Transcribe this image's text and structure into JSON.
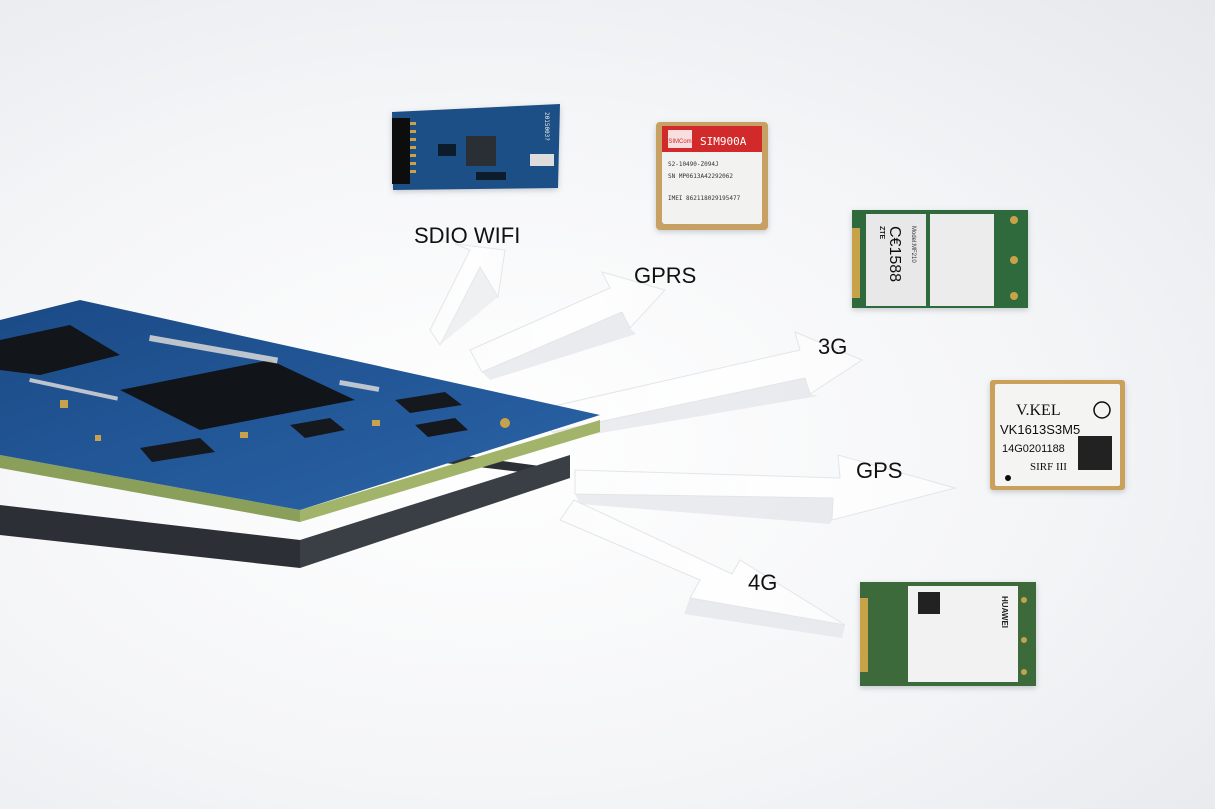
{
  "labels": {
    "sdio_wifi": "SDIO WIFI",
    "gprs": "GPRS",
    "g3": "3G",
    "gps": "GPS",
    "g4": "4G"
  },
  "modules": {
    "wifi_serial": "2015003?",
    "sim900a_brand": "SIMCom",
    "sim900a_model": "SIM900A",
    "sim900a_line1": "S2-10490-Z094J",
    "sim900a_line2": "SN MP0613A42292062",
    "sim900a_line3": "IMEI 862118029195477",
    "zte_brand": "ZTE",
    "zte_cert": "C€1588",
    "zte_model": "Model:MF210",
    "gps_brand": "V.KEL",
    "gps_model": "VK1613S3M5",
    "gps_serial": "14G0201188",
    "gps_chip": "SIRF III",
    "huawei_brand": "HUAWEI"
  },
  "colors": {
    "pcb_blue": "#1d4f8c",
    "gold": "#c8a24a",
    "module_green": "#2e6b3a",
    "wifi_blue": "#1a4f86"
  }
}
